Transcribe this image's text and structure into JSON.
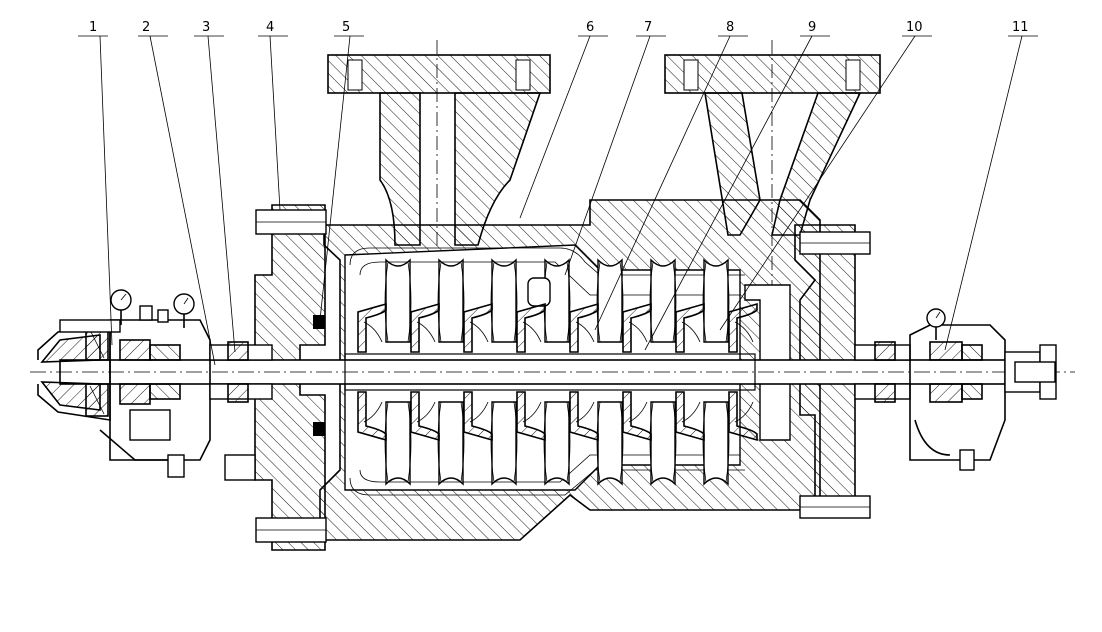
{
  "diagram": {
    "callouts": [
      {
        "num": "1"
      },
      {
        "num": "2"
      },
      {
        "num": "3"
      },
      {
        "num": "4"
      },
      {
        "num": "5"
      },
      {
        "num": "6"
      },
      {
        "num": "7"
      },
      {
        "num": "8"
      },
      {
        "num": "9"
      },
      {
        "num": "10"
      },
      {
        "num": "11"
      }
    ]
  }
}
